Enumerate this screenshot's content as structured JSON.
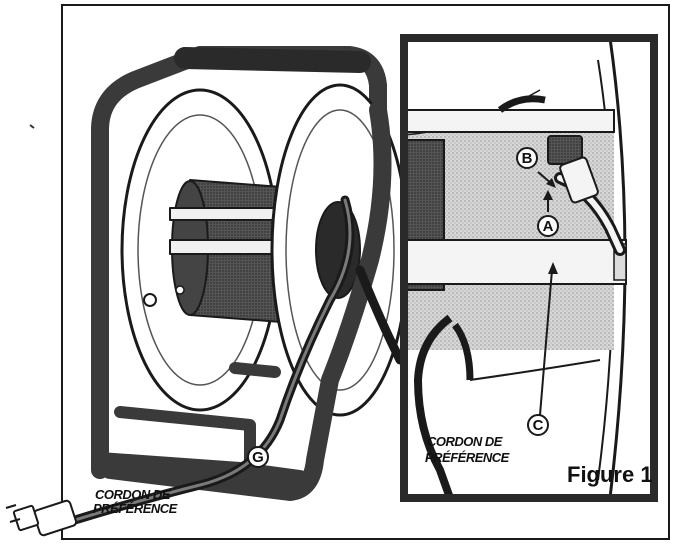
{
  "callouts": {
    "a": "A",
    "b": "B",
    "c": "C",
    "g": "G"
  },
  "cord_label_main": {
    "line1": "CORDON DE",
    "line2": "PRÉFÉRENCE"
  },
  "cord_label_inset": {
    "line1": "CORDON DE",
    "line2": "PRÉFÉRENCE"
  },
  "figure_label": "Figure 1",
  "colors": {
    "ink": "#1a1a1a",
    "frame": "#3a3a3a",
    "stipple": "#9a9a9a",
    "paper": "#ffffff"
  }
}
